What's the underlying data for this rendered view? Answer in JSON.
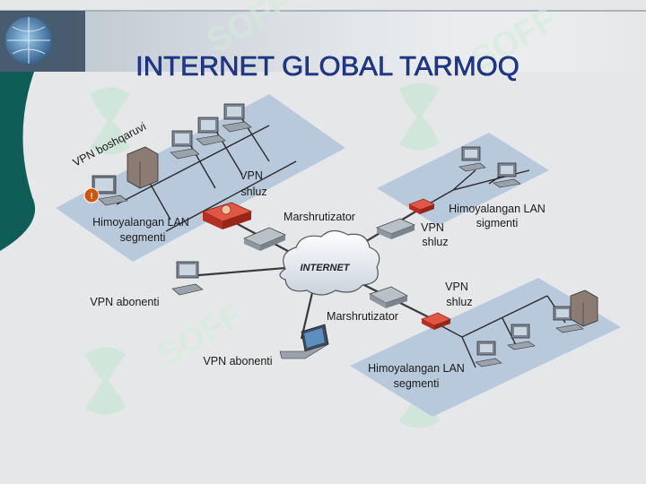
{
  "slide": {
    "title": "INTERNET GLOBAL TARMOQ",
    "watermark": "SOFF",
    "colors": {
      "background": "#e6e7e8",
      "title": "#1f3a93",
      "lan_panel": "#b9c9dc",
      "accent_teal": "#0f5d57",
      "vpn_gateway": "#c8392b"
    }
  },
  "diagram": {
    "cloud_label": "INTERNET",
    "labels": {
      "vpn_management": "VPN boshqaruvi",
      "gateway_top_left": [
        "VPN",
        "shluz"
      ],
      "lan_top_left": [
        "Himoyalangan LAN",
        "segmenti"
      ],
      "router_top": "Marshrutizator",
      "gateway_right": [
        "VPN",
        "shluz"
      ],
      "lan_right": [
        "Himoyalangan LAN",
        "sigmenti"
      ],
      "subscriber_left": "VPN abonenti",
      "router_bottom": "Marshrutizator",
      "gateway_bottom_right": [
        "VPN",
        "shluz"
      ],
      "subscriber_bottom": "VPN abonenti",
      "lan_bottom_right": [
        "Himoyalangan LAN",
        "segmenti"
      ]
    }
  }
}
